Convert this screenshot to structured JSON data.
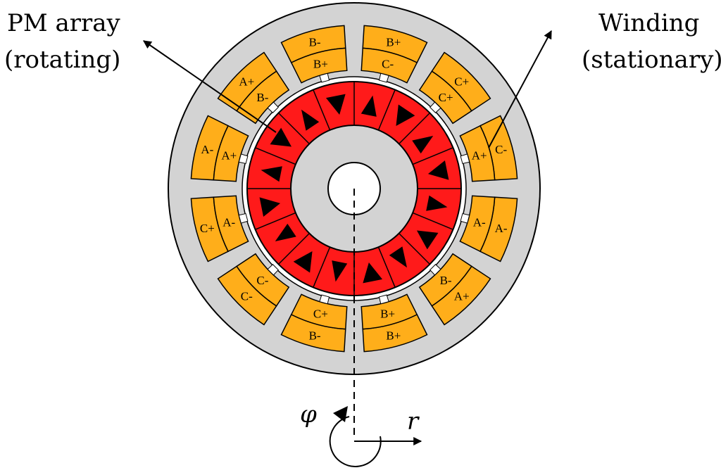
{
  "labels": {
    "pm_line1": "PM array",
    "pm_line2": "(rotating)",
    "winding_line1": "Winding",
    "winding_line2": "(stationary)",
    "phi": "φ",
    "r": "r"
  },
  "colors": {
    "iron": "#d3d3d3",
    "coil": "#ffae1a",
    "magnet": "#ff1a1a",
    "arrow_mark": "#000000",
    "outline": "#000000"
  },
  "slots": [
    {
      "outer": "B+",
      "inner": "C-"
    },
    {
      "outer": "C+",
      "inner": "C+"
    },
    {
      "outer": "C-",
      "inner": "A+"
    },
    {
      "outer": "A-",
      "inner": "A-"
    },
    {
      "outer": "A+",
      "inner": "B-"
    },
    {
      "outer": "B+",
      "inner": "B+"
    },
    {
      "outer": "B-",
      "inner": "C+"
    },
    {
      "outer": "C-",
      "inner": "C-"
    },
    {
      "outer": "C+",
      "inner": "A-"
    },
    {
      "outer": "A-",
      "inner": "A+"
    },
    {
      "outer": "A+",
      "inner": "B-"
    },
    {
      "outer": "B-",
      "inner": "B+"
    }
  ],
  "magnet_count": 16
}
